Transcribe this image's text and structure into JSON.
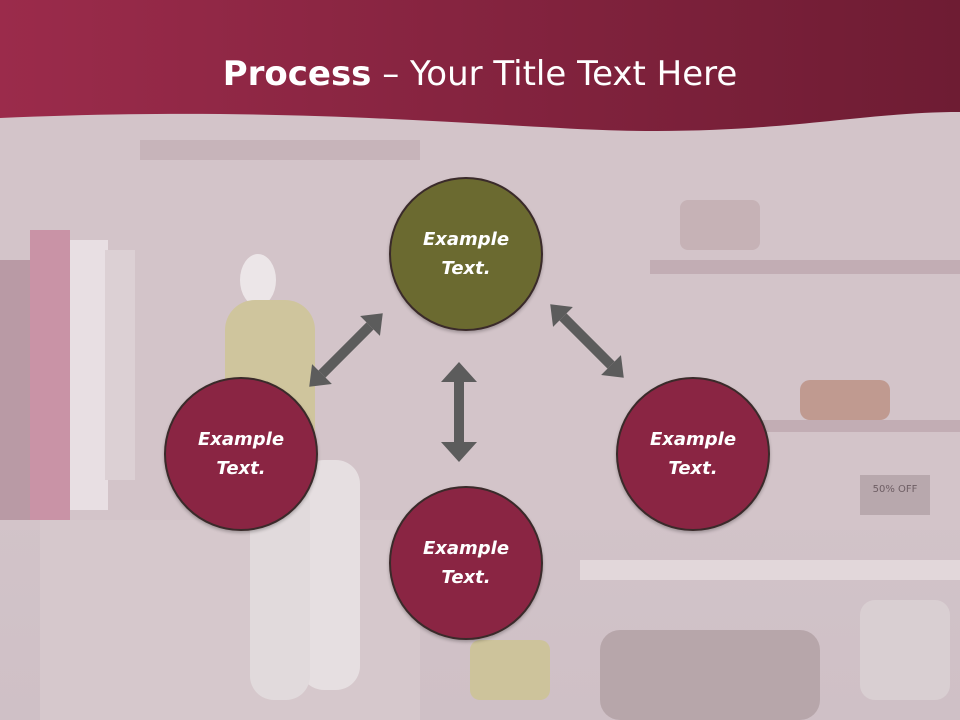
{
  "title": {
    "bold": "Process",
    "rest": " – Your Title Text Here"
  },
  "nodes": {
    "top": "Example Text.",
    "left": "Example Text.",
    "right": "Example Text.",
    "bottom": "Example Text."
  },
  "background_labels": {
    "sale_sign": "50% OFF"
  },
  "colors": {
    "header_band": "#8a2543",
    "node_top": "#6b6a30",
    "node_default": "#8a2543",
    "arrow": "#5c5c5c"
  }
}
